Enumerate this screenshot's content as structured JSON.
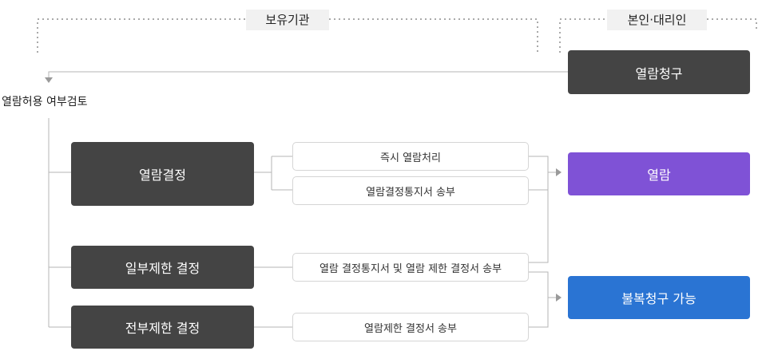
{
  "groups": {
    "holder": "보유기관",
    "applicant": "본인·대리인"
  },
  "steps": {
    "request": "열람청구",
    "review": "열람허용 여부검토"
  },
  "decisions": {
    "full": "열람결정",
    "partial": "일부제한 결정",
    "denied": "전부제한 결정"
  },
  "actions": {
    "immediate": "즉시 열람처리",
    "notice_send": "열람결정통지서 송부",
    "partial_notice": "열람 결정통지서 및 열람 제한 결정서 송부",
    "restriction_send": "열람제한 결정서 송부"
  },
  "outcomes": {
    "view": "열람",
    "appeal": "불복청구 가능"
  },
  "colors": {
    "dark_box": "#444444",
    "view_box": "#7f52d6",
    "appeal_box": "#2a74d3"
  }
}
